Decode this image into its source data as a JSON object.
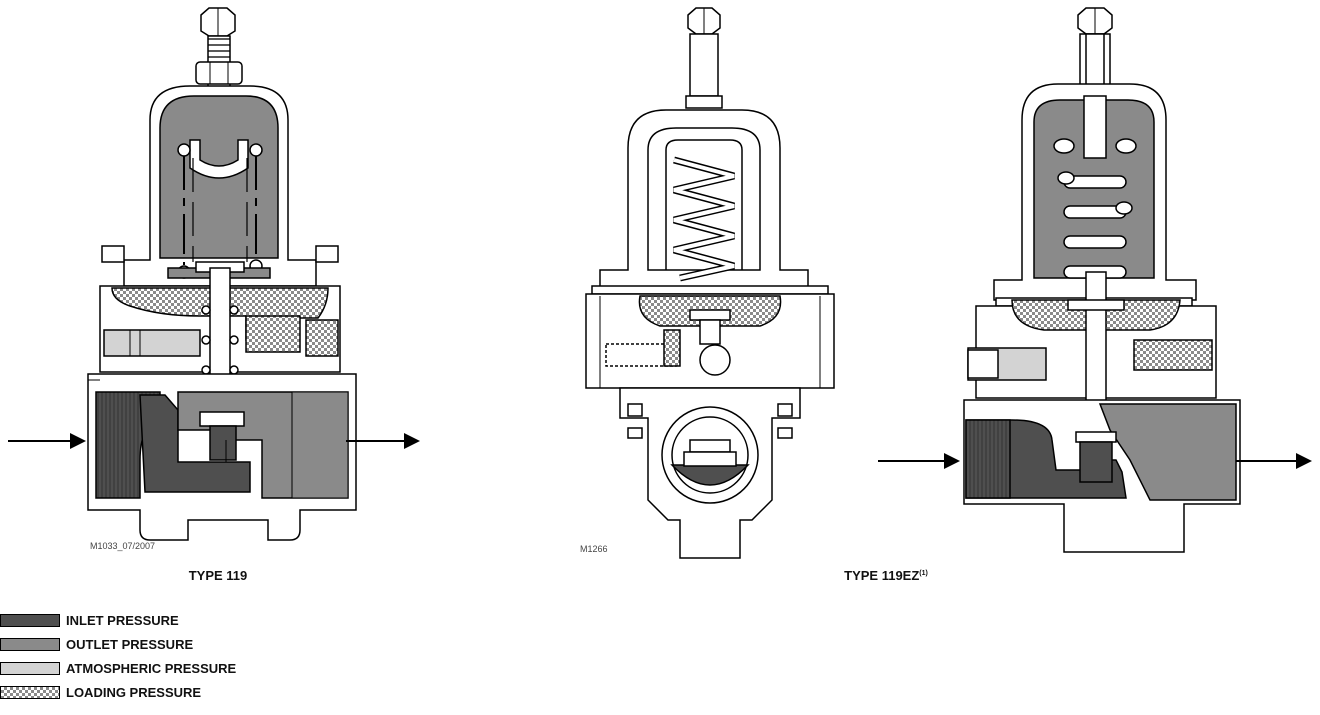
{
  "colors": {
    "inlet": "#4f4f4f",
    "outlet": "#8a8a8a",
    "atmospheric": "#d3d3d3",
    "loading_light": "#ffffff",
    "loading_dark": "#8a8a8a",
    "metal": "#ffffff",
    "line": "#000000"
  },
  "figures": [
    {
      "title": "TYPE 119",
      "code": "M1033_07/2007",
      "superscript": ""
    },
    {
      "title": "TYPE 119EZ",
      "code": "M1266",
      "superscript": "(1)"
    }
  ],
  "legend": [
    {
      "label": "INLET PRESSURE",
      "swatch": "inlet"
    },
    {
      "label": "OUTLET PRESSURE",
      "swatch": "outlet"
    },
    {
      "label": "ATMOSPHERIC PRESSURE",
      "swatch": "atmospheric"
    },
    {
      "label": "LOADING PRESSURE",
      "swatch": "loading"
    }
  ]
}
